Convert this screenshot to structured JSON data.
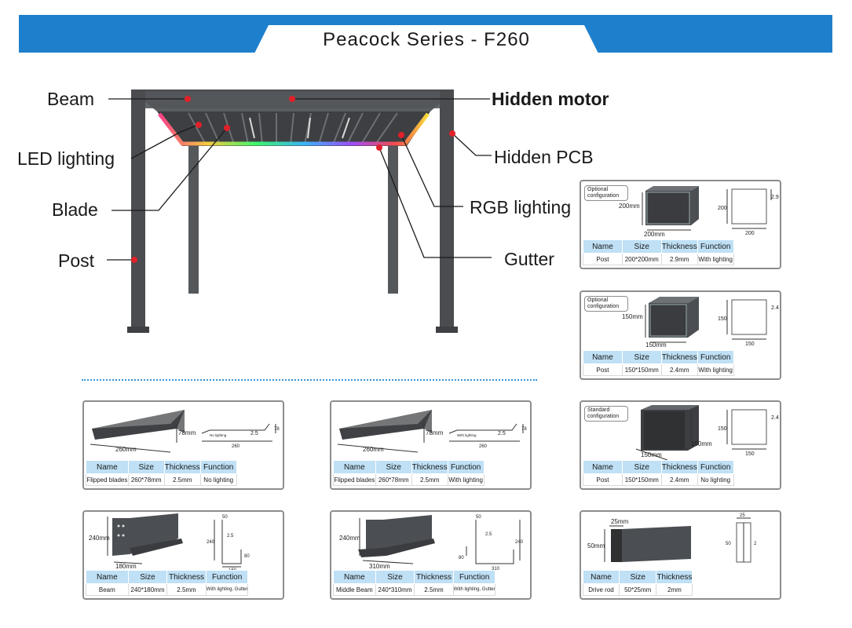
{
  "header": {
    "title": "Peacock Series - F260"
  },
  "callouts": {
    "beam": "Beam",
    "led_lighting": "LED lighting",
    "blade": "Blade",
    "post": "Post",
    "hidden_motor": "Hidden motor",
    "hidden_pcb": "Hidden PCB",
    "rgb_lighting": "RGB lighting",
    "gutter": "Gutter"
  },
  "table_headers": {
    "name": "Name",
    "size": "Size",
    "thickness": "Thickness",
    "function": "Function"
  },
  "cards": {
    "post_200": {
      "config": "Optional configuration",
      "dims": {
        "height": "200mm",
        "width": "200mm",
        "draw_h": "200",
        "draw_w": "200",
        "draw_t": "2.9"
      },
      "row": {
        "name": "Post",
        "size": "200*200mm",
        "thickness": "2.9mm",
        "function": "With lighting"
      }
    },
    "post_150_light": {
      "config": "Optional configuration",
      "dims": {
        "height": "150mm",
        "width": "150mm",
        "draw_h": "150",
        "draw_w": "150",
        "draw_t": "2.4"
      },
      "row": {
        "name": "Post",
        "size": "150*150mm",
        "thickness": "2.4mm",
        "function": "With lighting"
      }
    },
    "post_150_std": {
      "config": "Standard configuration",
      "dims": {
        "height": "150mm",
        "width": "150mm",
        "draw_h": "150",
        "draw_w": "150",
        "draw_t": "2.4"
      },
      "row": {
        "name": "Post",
        "size": "150*150mm",
        "thickness": "2.4mm",
        "function": "No lighting"
      }
    },
    "blade_nolight": {
      "dims": {
        "height": "78mm",
        "width": "260mm",
        "draw_note": "No lighting",
        "draw_t": "2.5",
        "draw_w": "260",
        "draw_h": "78"
      },
      "row": {
        "name": "Flipped blades",
        "size": "260*78mm",
        "thickness": "2.5mm",
        "function": "No lighting"
      }
    },
    "blade_light": {
      "dims": {
        "height": "78mm",
        "width": "260mm",
        "draw_note": "With lighting",
        "draw_t": "2.5",
        "draw_w": "260",
        "draw_h": "78"
      },
      "row": {
        "name": "Flipped blades",
        "size": "260*78mm",
        "thickness": "2.5mm",
        "function": "With lighting"
      }
    },
    "beam": {
      "dims": {
        "height": "240mm",
        "width": "180mm",
        "draw_top": "50",
        "draw_h": "240",
        "draw_t": "2.5",
        "draw_lip": "80",
        "draw_w": "160"
      },
      "row": {
        "name": "Beam",
        "size": "240*180mm",
        "thickness": "2.5mm",
        "function": "With lighting, Gutter"
      }
    },
    "middle_beam": {
      "dims": {
        "height": "240mm",
        "width": "310mm",
        "draw_top": "50",
        "draw_h": "240",
        "draw_t": "2.5",
        "draw_lip": "80",
        "draw_w": "310"
      },
      "row": {
        "name": "Middle Beam",
        "size": "240*310mm",
        "thickness": "2.5mm",
        "function": "With lighting, Gutter"
      }
    },
    "drive_rod": {
      "dims": {
        "height": "50mm",
        "width": "25mm",
        "draw_w": "25",
        "draw_h": "50",
        "draw_t": "2"
      },
      "row": {
        "name": "Drive rod",
        "size": "50*25mm",
        "thickness": "2mm"
      }
    }
  },
  "colors": {
    "accent": "#1e7fcd",
    "table_header": "#bfe0f5",
    "marker": "#e0202a",
    "frame": "#4a4c4f"
  }
}
